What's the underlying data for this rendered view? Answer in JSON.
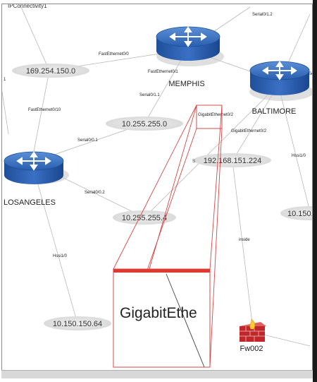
{
  "window": {
    "title": "IPConnectivity1"
  },
  "routers": {
    "memphis": "MEMPHIS",
    "baltimore": "BALTIMORE",
    "losangeles": "LOSANGELES"
  },
  "firewall": {
    "name": "Fw002"
  },
  "networks": {
    "n1": "169.254.150.0",
    "n2": "10.255.255.0",
    "n3": "10.255.255.4",
    "n4": "192.168.151.224",
    "n5": "10.150.150.64",
    "n6": "10.150."
  },
  "links": {
    "fe_00": "FastEthernet0/0",
    "fe_memphis": "FastEthernet0/1",
    "serial_11": "Serial0/1.1",
    "serial_12": "Serial0/1.2",
    "fe_010": "FastEthernet0/10",
    "serial_01": "Serial0/0.1",
    "serial_02": "Serial0/0.2",
    "ge_02a": "GigabitEthernet0/2",
    "ge_02b": "GigabitEthernet0/2",
    "hssi_la": "Hssi1/0",
    "hssi_r": "Hssi1/0",
    "inside": "inside",
    "left_one": "1",
    "s_trunc": "S",
    "se_trunc": "Se"
  },
  "magnifier": {
    "text": "GigabitEthe"
  }
}
